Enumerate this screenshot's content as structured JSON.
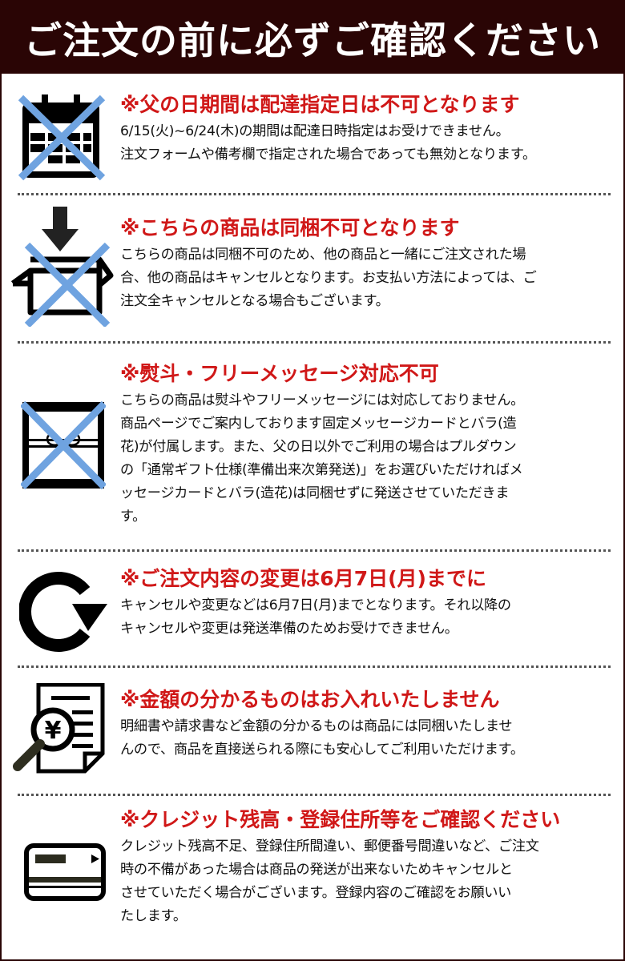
{
  "header": {
    "title": "ご注文の前に必ずご確認ください"
  },
  "sections": [
    {
      "icon": "calendar-crossed-icon",
      "heading": "※父の日期間は配達指定日は不可となります",
      "lines": [
        "6/15(火)~6/24(木)の期間は配達日時指定はお受けできません。",
        "注文フォームや備考欄で指定された場合であっても無効となります。"
      ]
    },
    {
      "icon": "box-combine-crossed-icon",
      "heading": "※こちらの商品は同梱不可となります",
      "lines": [
        "こちらの商品は同梱不可のため、他の商品と一緒にご注文された場",
        "合、他の商品はキャンセルとなります。お支払い方法によっては、ご",
        "注文全キャンセルとなる場合もございます。"
      ]
    },
    {
      "icon": "noshi-crossed-icon",
      "heading": "※熨斗・フリーメッセージ対応不可",
      "lines": [
        "こちらの商品は熨斗やフリーメッセージには対応しておりません。",
        "商品ページでご案内しております固定メッセージカードとバラ(造",
        "花)が付属します。また、父の日以外でご利用の場合はプルダウン",
        "の「通常ギフト仕様(準備出来次第発送)」をお選びいただければメ",
        "ッセージカードとバラ(造花)は同梱せずに発送させていただきま",
        "す。"
      ]
    },
    {
      "icon": "refresh-arrow-icon",
      "heading": "※ご注文内容の変更は6月7日(月)までに",
      "lines": [
        "キャンセルや変更などは6月7日(月)までとなります。それ以降の",
        "キャンセルや変更は発送準備のためお受けできません。"
      ]
    },
    {
      "icon": "invoice-yen-magnifier-icon",
      "heading": "※金額の分かるものはお入れいたしません",
      "lines": [
        "明細書や請求書など金額の分かるものは商品には同梱いたしませ",
        "んので、商品を直接送られる際にも安心してご利用いただけます。"
      ]
    },
    {
      "icon": "credit-card-icon",
      "heading": "※クレジット残高・登録住所等をご確認ください",
      "lines": [
        "クレジット残高不足、登録住所間違い、郵便番号間違いなど、ご注文",
        "時の不備があった場合は商品の発送が出来ないためキャンセルと",
        "させていただく場合がございます。登録内容のご確認をお願いい",
        "たします。"
      ]
    }
  ],
  "colors": {
    "header_bg": "#2a0505",
    "heading_red": "#d01818",
    "cross_blue": "#6fa3e0",
    "text": "#111111"
  }
}
